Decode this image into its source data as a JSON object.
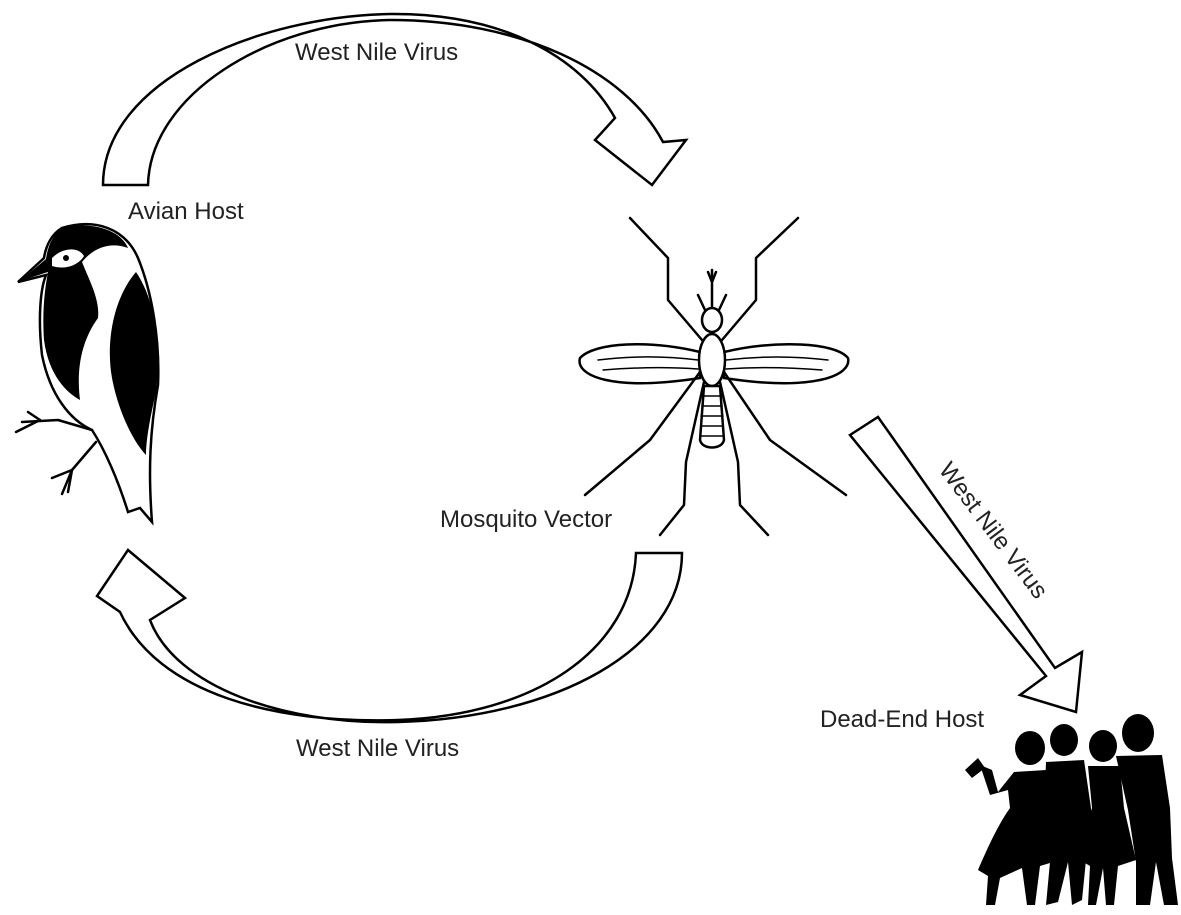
{
  "labels": {
    "virus_top": "West Nile Virus",
    "virus_bottom": "West Nile Virus",
    "virus_diagonal": "West Nile Virus",
    "avian_host": "Avian Host",
    "mosquito_vector": "Mosquito Vector",
    "dead_end_host": "Dead-End Host"
  },
  "icons": {
    "bird": "bird-icon",
    "mosquito": "mosquito-icon",
    "people": "people-silhouette-icon"
  },
  "colors": {
    "ink": "#000000",
    "background": "#ffffff",
    "text": "#222222"
  }
}
